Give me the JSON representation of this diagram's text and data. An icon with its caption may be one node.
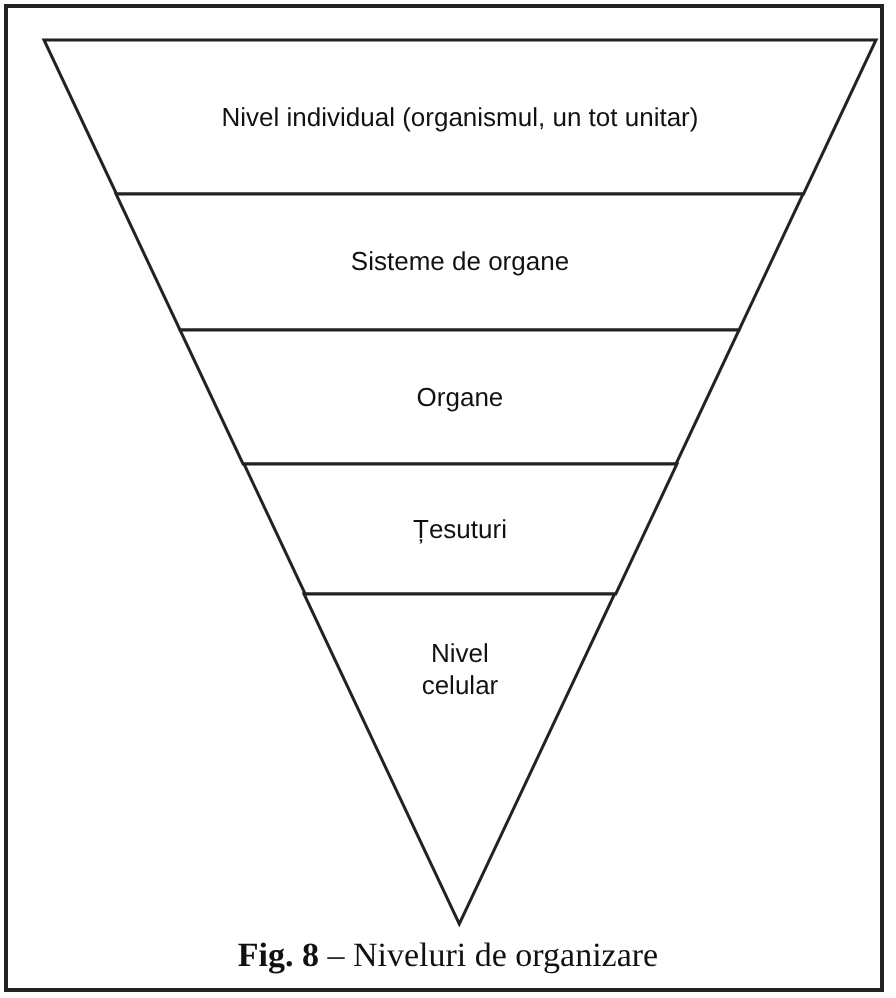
{
  "diagram": {
    "caption": "**Fig. 8** – Niveluri de organizare",
    "nodes": [
      {
        "text": [
          "Nivel individual (organismul, un tot unitar)"
        ]
      },
      {
        "text": [
          "Sisteme de organe"
        ]
      },
      {
        "text": [
          "Organe"
        ]
      },
      {
        "text": [
          "Țesuturi"
        ]
      },
      {
        "text": [
          "Nivel celular"
        ]
      }
    ],
    "edges": []
  }
}
